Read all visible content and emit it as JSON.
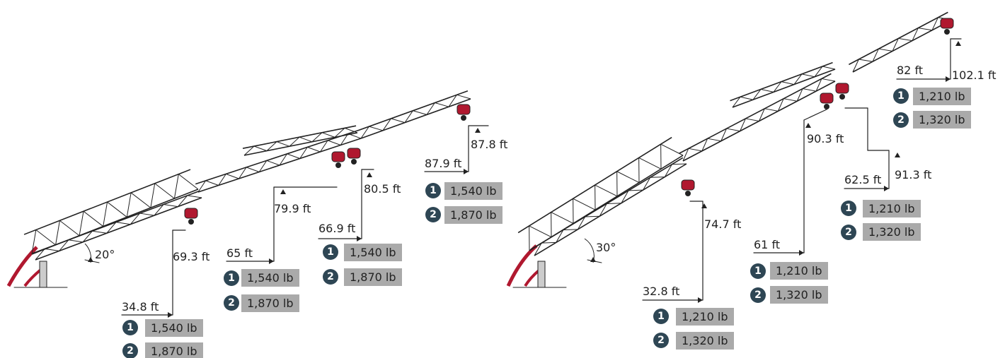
{
  "colors": {
    "truss": "#222222",
    "hoist": "#b0182f",
    "badge": "#2e4654",
    "capacity_box": "#aaaaaa"
  },
  "configs": [
    {
      "angle": "20°",
      "hooks": [
        {
          "height": "69.3 ft",
          "radius": "34.8 ft",
          "loads": [
            {
              "num": "1",
              "value": "1,540 lb"
            },
            {
              "num": "2",
              "value": "1,870 lb"
            }
          ]
        },
        {
          "height": "79.9 ft",
          "radius": "65 ft",
          "loads": [
            {
              "num": "1",
              "value": "1,540 lb"
            },
            {
              "num": "2",
              "value": "1,870 lb"
            }
          ]
        },
        {
          "height": "80.5 ft",
          "radius": "66.9 ft",
          "loads": [
            {
              "num": "1",
              "value": "1,540 lb"
            },
            {
              "num": "2",
              "value": "1,870 lb"
            }
          ]
        },
        {
          "height": "87.8 ft",
          "radius": "87.9 ft",
          "loads": [
            {
              "num": "1",
              "value": "1,540 lb"
            },
            {
              "num": "2",
              "value": "1,870 lb"
            }
          ]
        }
      ]
    },
    {
      "angle": "30°",
      "hooks": [
        {
          "height": "74.7 ft",
          "radius": "32.8 ft",
          "loads": [
            {
              "num": "1",
              "value": "1,210 lb"
            },
            {
              "num": "2",
              "value": "1,320 lb"
            }
          ]
        },
        {
          "height": "90.3 ft",
          "radius": "61 ft",
          "loads": [
            {
              "num": "1",
              "value": "1,210 lb"
            },
            {
              "num": "2",
              "value": "1,320 lb"
            }
          ]
        },
        {
          "height": "91.3 ft",
          "radius": "62.5 ft",
          "loads": [
            {
              "num": "1",
              "value": "1,210 lb"
            },
            {
              "num": "2",
              "value": "1,320 lb"
            }
          ]
        },
        {
          "height": "102.1 ft",
          "radius": "82 ft",
          "loads": [
            {
              "num": "1",
              "value": "1,210 lb"
            },
            {
              "num": "2",
              "value": "1,320 lb"
            }
          ]
        }
      ]
    }
  ]
}
